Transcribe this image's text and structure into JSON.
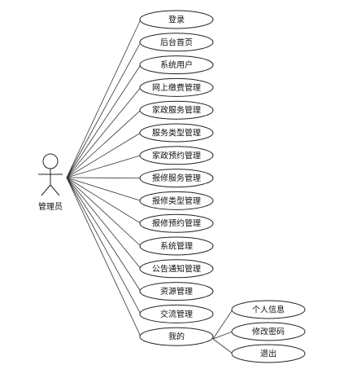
{
  "actor": {
    "label": "管理员"
  },
  "use_cases": [
    {
      "id": "login",
      "label": "登录"
    },
    {
      "id": "admin-home",
      "label": "后台首页"
    },
    {
      "id": "system-users",
      "label": "系统用户"
    },
    {
      "id": "online-payment",
      "label": "网上缴费管理"
    },
    {
      "id": "housekeeping-service",
      "label": "家政服务管理"
    },
    {
      "id": "service-type",
      "label": "服务类型管理"
    },
    {
      "id": "housekeeping-booking",
      "label": "家政预约管理"
    },
    {
      "id": "repair-service",
      "label": "报修服务管理"
    },
    {
      "id": "repair-type",
      "label": "报修类型管理"
    },
    {
      "id": "repair-booking",
      "label": "报修预约管理"
    },
    {
      "id": "system-management",
      "label": "系统管理"
    },
    {
      "id": "announcement",
      "label": "公告通知管理"
    },
    {
      "id": "resource",
      "label": "资源管理"
    },
    {
      "id": "communication",
      "label": "交流管理"
    },
    {
      "id": "mine",
      "label": "我的"
    }
  ],
  "sub_use_cases": [
    {
      "id": "personal-info",
      "label": "个人信息"
    },
    {
      "id": "change-password",
      "label": "修改密码"
    },
    {
      "id": "logout",
      "label": "退出"
    }
  ]
}
